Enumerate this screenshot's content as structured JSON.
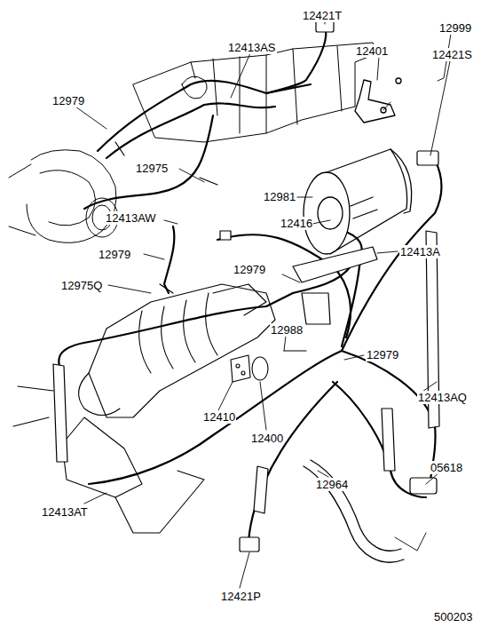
{
  "diagram": {
    "labels": [
      "12421T",
      "12999",
      "12413AS",
      "12401",
      "12421S",
      "12979",
      "12975",
      "12981",
      "12413AW",
      "12416",
      "12979",
      "12413A",
      "12979",
      "12975Q",
      "12988",
      "12979",
      "12410",
      "12400",
      "12413AQ",
      "05618",
      "12964",
      "12413AT",
      "12421P",
      "500203"
    ]
  }
}
